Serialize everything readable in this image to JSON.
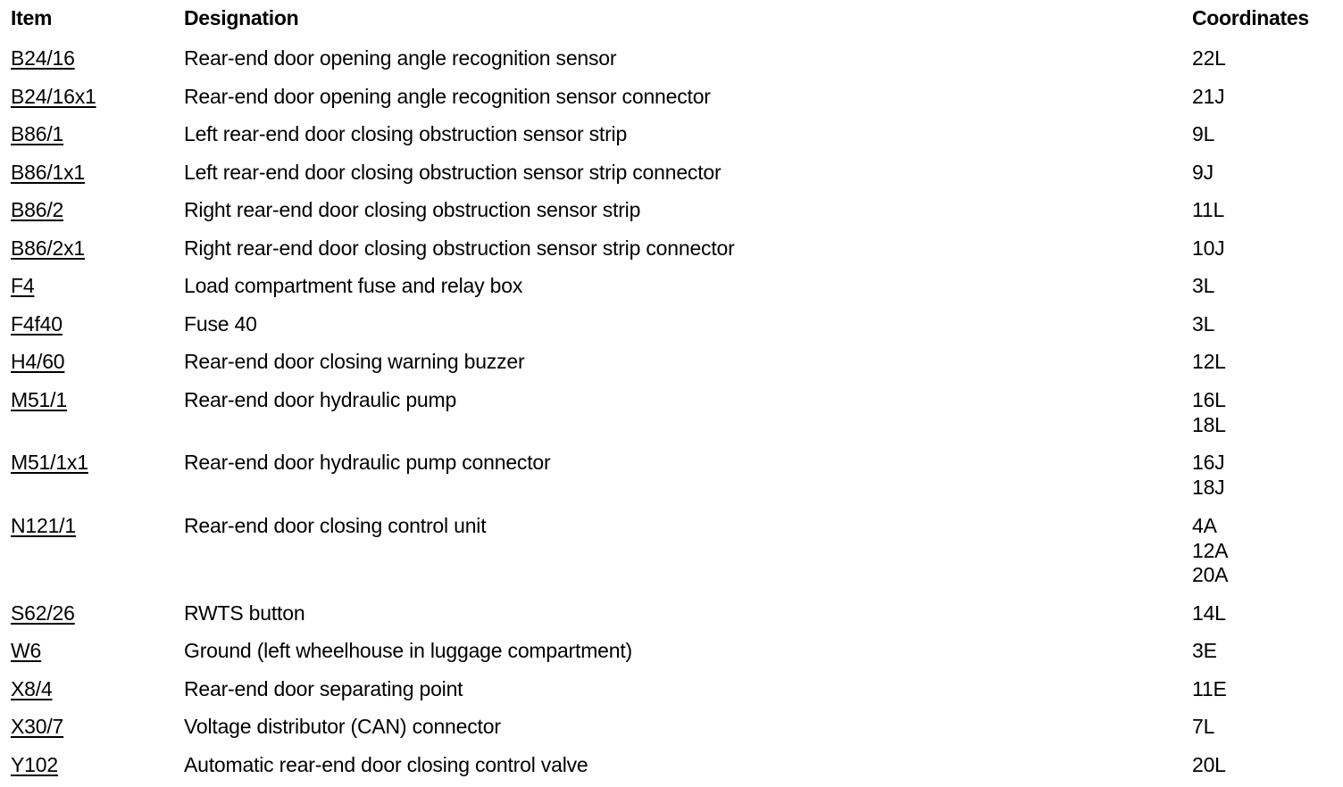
{
  "headers": {
    "item": "Item",
    "designation": "Designation",
    "coordinates": "Coordinates"
  },
  "rows": [
    {
      "item": "B24/16",
      "designation": "Rear-end door opening angle recognition sensor",
      "coordinates": [
        "22L"
      ]
    },
    {
      "item": "B24/16x1",
      "designation": "Rear-end door opening angle recognition sensor connector",
      "coordinates": [
        "21J"
      ]
    },
    {
      "item": "B86/1",
      "designation": "Left rear-end door closing obstruction sensor strip",
      "coordinates": [
        "9L"
      ]
    },
    {
      "item": "B86/1x1",
      "designation": "Left rear-end door closing obstruction sensor strip connector",
      "coordinates": [
        "9J"
      ]
    },
    {
      "item": "B86/2",
      "designation": "Right rear-end door closing obstruction sensor strip",
      "coordinates": [
        "11L"
      ]
    },
    {
      "item": "B86/2x1",
      "designation": "Right rear-end door closing obstruction sensor strip connector",
      "coordinates": [
        "10J"
      ]
    },
    {
      "item": "F4",
      "designation": "Load compartment fuse and relay box",
      "coordinates": [
        "3L"
      ]
    },
    {
      "item": "F4f40",
      "designation": "Fuse 40",
      "coordinates": [
        "3L"
      ]
    },
    {
      "item": "H4/60",
      "designation": "Rear-end door closing warning buzzer",
      "coordinates": [
        "12L"
      ]
    },
    {
      "item": "M51/1",
      "designation": "Rear-end door hydraulic pump",
      "coordinates": [
        "16L",
        "18L"
      ]
    },
    {
      "item": "M51/1x1",
      "designation": "Rear-end door hydraulic pump connector",
      "coordinates": [
        "16J",
        "18J"
      ]
    },
    {
      "item": "N121/1",
      "designation": "Rear-end door closing control unit",
      "coordinates": [
        "4A",
        "12A",
        "20A"
      ]
    },
    {
      "item": "S62/26",
      "designation": "RWTS button",
      "coordinates": [
        "14L"
      ]
    },
    {
      "item": "W6",
      "designation": "Ground (left wheelhouse in luggage compartment)",
      "coordinates": [
        "3E"
      ]
    },
    {
      "item": "X8/4",
      "designation": "Rear-end door separating point",
      "coordinates": [
        "11E"
      ]
    },
    {
      "item": "X30/7",
      "designation": "Voltage distributor (CAN) connector",
      "coordinates": [
        "7L"
      ]
    },
    {
      "item": "Y102",
      "designation": "Automatic rear-end door closing control valve",
      "coordinates": [
        "20L"
      ]
    }
  ]
}
